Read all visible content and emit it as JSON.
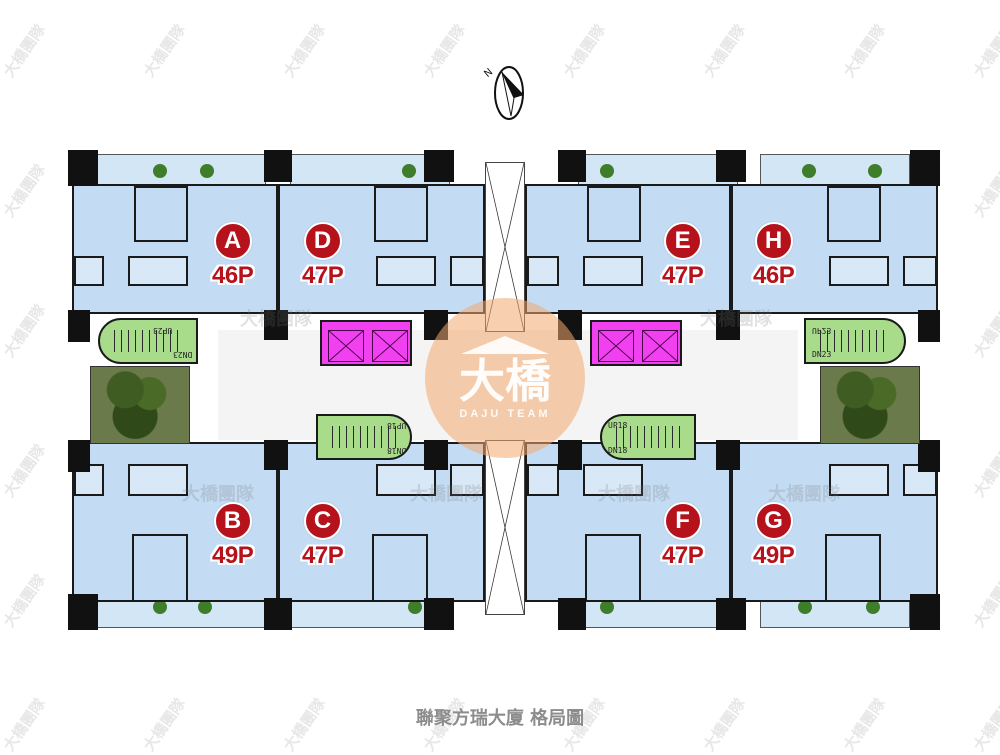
{
  "title": "聯聚方瑞大廈 格局圖",
  "compass": {
    "label": "N",
    "icon": "north-arrow-icon"
  },
  "watermark": {
    "text": "大橋團隊",
    "logo_mark": "大橋",
    "logo_team": "DAJU TEAM"
  },
  "units": [
    {
      "id": "A",
      "size": "46P",
      "position": "top-left-outer"
    },
    {
      "id": "D",
      "size": "47P",
      "position": "top-left-inner"
    },
    {
      "id": "E",
      "size": "47P",
      "position": "top-right-inner"
    },
    {
      "id": "H",
      "size": "46P",
      "position": "top-right-outer"
    },
    {
      "id": "B",
      "size": "49P",
      "position": "bottom-left-outer"
    },
    {
      "id": "C",
      "size": "47P",
      "position": "bottom-left-inner"
    },
    {
      "id": "F",
      "size": "47P",
      "position": "bottom-right-inner"
    },
    {
      "id": "G",
      "size": "49P",
      "position": "bottom-right-outer"
    }
  ],
  "stairs": [
    {
      "up": "UP23",
      "down": "DN23",
      "position": "left-upper"
    },
    {
      "up": "UP18",
      "down": "DN18",
      "position": "left-lower"
    },
    {
      "up": "UP18",
      "down": "DN18",
      "position": "right-lower"
    },
    {
      "up": "UP23",
      "down": "DN23",
      "position": "right-upper"
    }
  ],
  "colors": {
    "unit_fill": "#c3dcf3",
    "badge_red": "#b5121b",
    "elevator_magenta": "#f040f0",
    "stair_green": "#a8dc8a",
    "caption_gray": "#8c8c8c"
  }
}
